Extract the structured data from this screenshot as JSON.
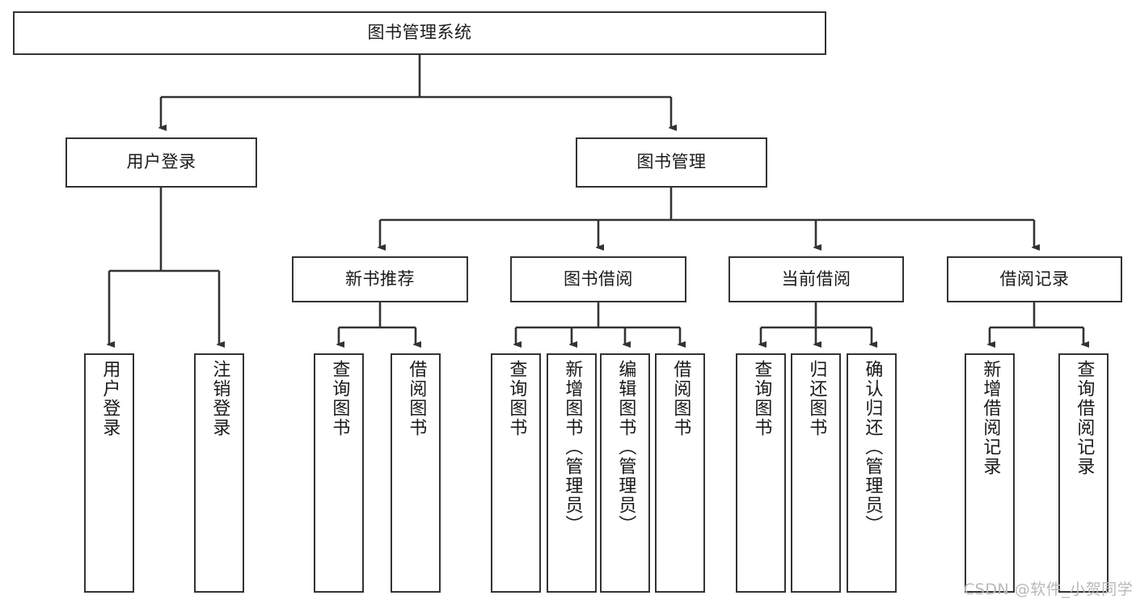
{
  "diagram": {
    "type": "tree",
    "title": "图书管理系统",
    "root": {
      "label": "图书管理系统"
    },
    "level2": [
      {
        "label": "用户登录"
      },
      {
        "label": "图书管理"
      }
    ],
    "level3": [
      {
        "label": "新书推荐"
      },
      {
        "label": "图书借阅"
      },
      {
        "label": "当前借阅"
      },
      {
        "label": "借阅记录"
      }
    ],
    "leaves_user_login": [
      {
        "label": "用户登录"
      },
      {
        "label": "注销登录"
      }
    ],
    "leaves_new_book": [
      {
        "label": "查询图书"
      },
      {
        "label": "借阅图书"
      }
    ],
    "leaves_borrow": [
      {
        "label": "查询图书"
      },
      {
        "label": "新增图书（管理员）"
      },
      {
        "label": "编辑图书（管理员）"
      },
      {
        "label": "借阅图书"
      }
    ],
    "leaves_current": [
      {
        "label": "查询图书"
      },
      {
        "label": "归还图书"
      },
      {
        "label": "确认归还（管理员）"
      }
    ],
    "leaves_records": [
      {
        "label": "新增借阅记录"
      },
      {
        "label": "查询借阅记录"
      }
    ]
  },
  "watermark": {
    "text": "CSDN @软件_小贺同学"
  },
  "colors": {
    "stroke": "#333333",
    "box_fill": "#ffffff",
    "text": "#1a1a1a",
    "watermark": "#b9b9b9",
    "background": "#ffffff"
  }
}
